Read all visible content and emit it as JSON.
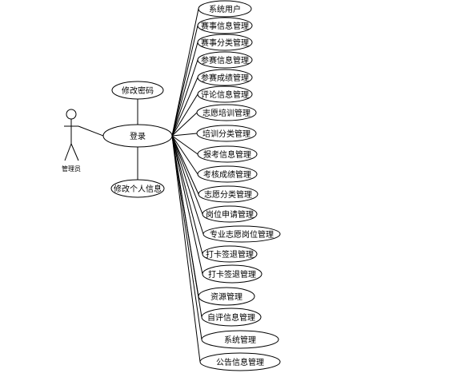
{
  "actor": {
    "label": "管理员"
  },
  "login": {
    "label": "登录"
  },
  "left_use_cases": [
    {
      "id": "change-password",
      "label": "修改密码"
    },
    {
      "id": "edit-profile",
      "label": "修改个人信息"
    }
  ],
  "right_use_cases": [
    {
      "id": "system-users",
      "label": "系统用户"
    },
    {
      "id": "event-info",
      "label": "赛事信息管理"
    },
    {
      "id": "event-category",
      "label": "赛事分类管理"
    },
    {
      "id": "participation-info",
      "label": "参赛信息管理"
    },
    {
      "id": "participation-score",
      "label": "参赛成绩管理"
    },
    {
      "id": "comment-info",
      "label": "评论信息管理"
    },
    {
      "id": "volunteer-training",
      "label": "志愿培训管理"
    },
    {
      "id": "training-category",
      "label": "培训分类管理"
    },
    {
      "id": "registration-info",
      "label": "报考信息管理"
    },
    {
      "id": "exam-score",
      "label": "考核成绩管理"
    },
    {
      "id": "volunteer-category",
      "label": "志愿分类管理"
    },
    {
      "id": "position-application",
      "label": "岗位申请管理"
    },
    {
      "id": "professional-volunteer-position",
      "label": "专业志愿岗位管理"
    },
    {
      "id": "check-in-1",
      "label": "打卡签退管理"
    },
    {
      "id": "check-in-2",
      "label": "打卡签退管理"
    },
    {
      "id": "resource",
      "label": "资源管理"
    },
    {
      "id": "self-evaluation",
      "label": "自评信息管理"
    },
    {
      "id": "system",
      "label": "系统管理"
    },
    {
      "id": "announcement",
      "label": "公告信息管理"
    }
  ],
  "colors": {
    "stroke": "#000000",
    "fill": "#ffffff"
  }
}
